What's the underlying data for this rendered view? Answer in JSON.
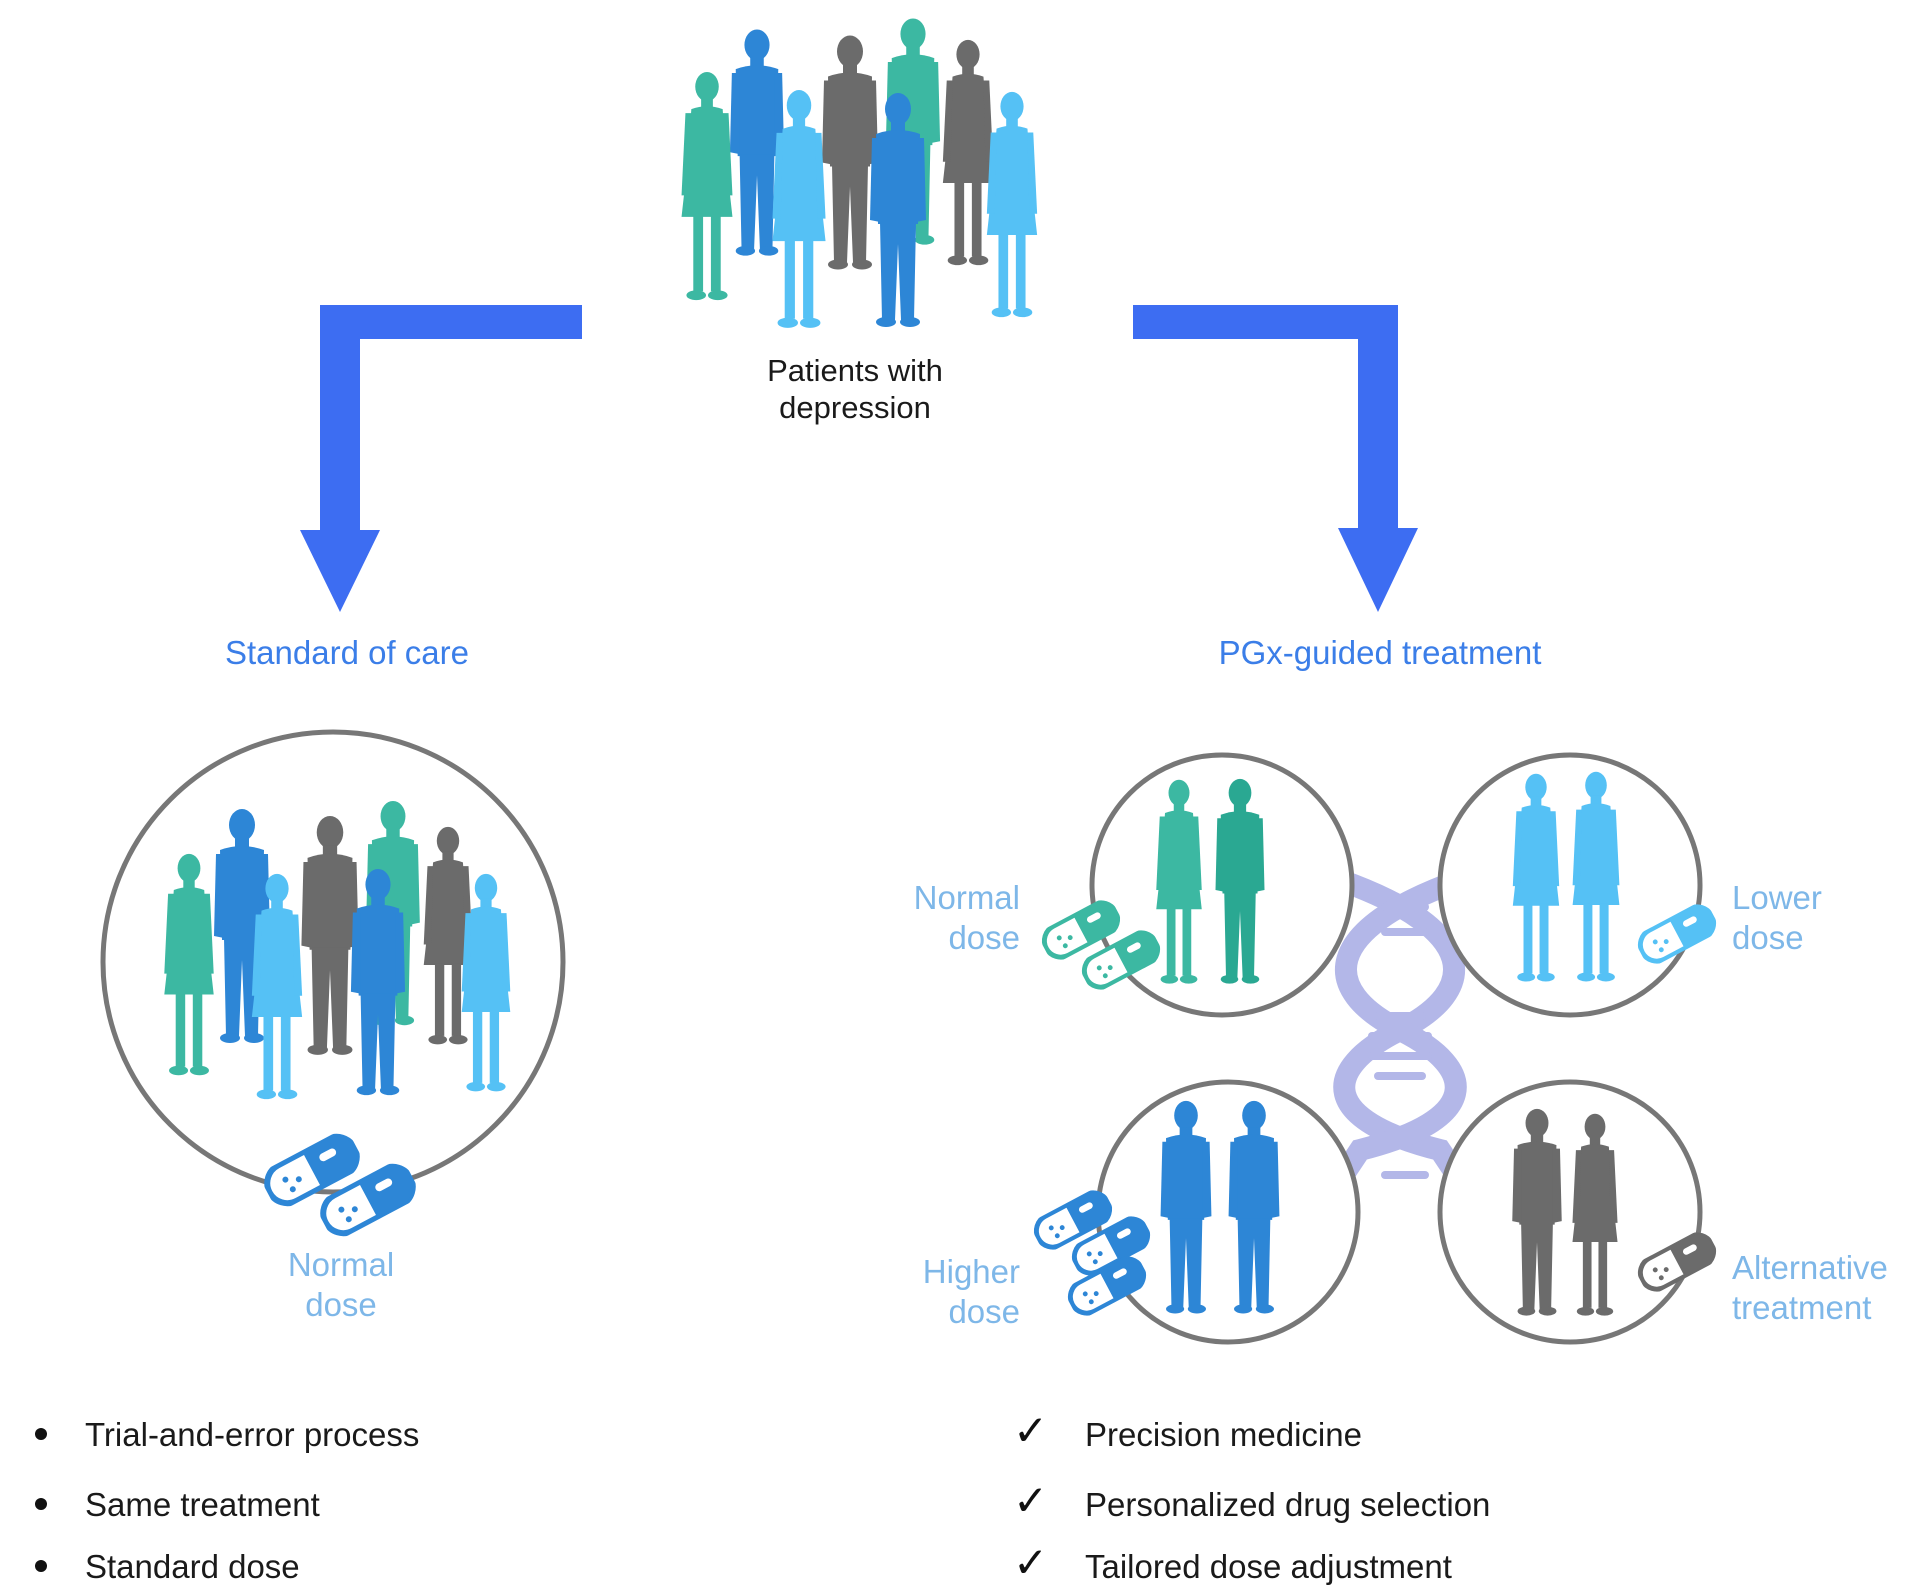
{
  "top": {
    "label_line1": "Patients with",
    "label_line2": "depression"
  },
  "branches": {
    "left": {
      "title": "Standard of care"
    },
    "right": {
      "title": "PGx-guided treatment"
    }
  },
  "doses": {
    "left_normal": {
      "line1": "Normal",
      "line2": "dose"
    },
    "normal": {
      "line1": "Normal",
      "line2": "dose"
    },
    "lower": {
      "line1": "Lower",
      "line2": "dose"
    },
    "higher": {
      "line1": "Higher",
      "line2": "dose"
    },
    "alternative": {
      "line1": "Alternative",
      "line2": "treatment"
    }
  },
  "left_list": [
    "Trial-and-error process",
    "Same treatment",
    "Standard dose"
  ],
  "right_list": [
    "Precision medicine",
    "Personalized drug selection",
    "Tailored dose adjustment"
  ],
  "colors": {
    "arrow": "#3d6df2",
    "teal": "#3cb8a2",
    "blue": "#2d86d6",
    "light_blue": "#55c1f5",
    "gray": "#6b6b6b",
    "dna": "#b3b7e8",
    "ring": "#777777"
  },
  "icons": [
    "people-crowd-icon",
    "down-arrow-icon",
    "pill-capsule-icon",
    "dna-helix-icon",
    "check-icon",
    "bullet-icon"
  ]
}
